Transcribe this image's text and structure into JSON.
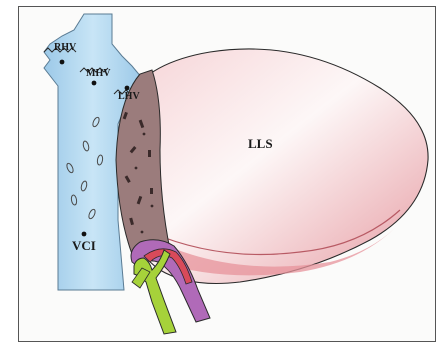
{
  "labels": {
    "rhv": "RHV",
    "mhv": "MHV",
    "lhv": "LHV",
    "lls": "LLS",
    "vci": "VCI"
  },
  "colors": {
    "vein": "#b9dcf2",
    "vein_edge": "#5a7b93",
    "liver": "#f2c4c8",
    "liver_dark": "#d98088",
    "cut_surface": "#9b7c7c",
    "portal_vein": "#b06ab8",
    "hepatic_artery": "#d94a5a",
    "bile_duct": "#a6d23a",
    "outline": "#2a2a2a"
  }
}
